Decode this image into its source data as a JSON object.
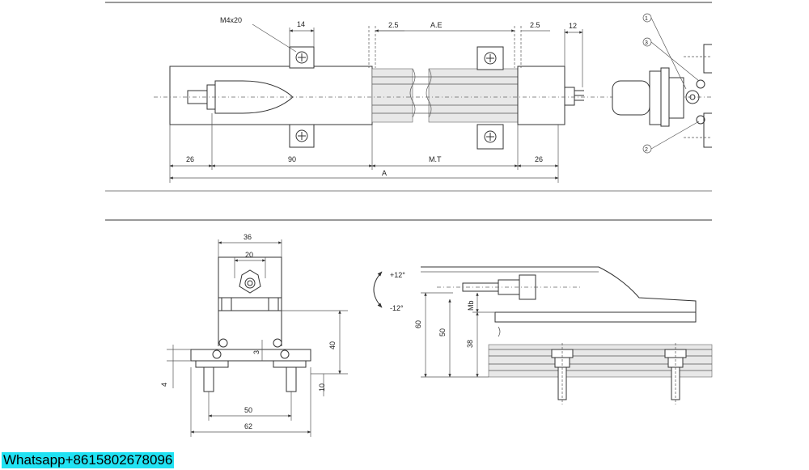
{
  "top_view": {
    "screw_label": "M4x20",
    "dim_14": "14",
    "dim_2_5_left": "2.5",
    "ae_label": "A.E",
    "dim_2_5_right": "2.5",
    "dim_12": "12",
    "dim_26_left": "26",
    "dim_90": "90",
    "mt_label": "M.T",
    "dim_26_right": "26",
    "a_label": "A",
    "callouts": [
      "1",
      "3",
      "2"
    ]
  },
  "end_view": {
    "dim_36": "36",
    "dim_20": "20",
    "dim_40": "40",
    "dim_3": "3",
    "dim_4": "4",
    "dim_10": "10",
    "dim_50": "50",
    "dim_62": "62"
  },
  "side_view": {
    "angle_plus": "+12°",
    "angle_minus": "-12°",
    "dim_60": "60",
    "dim_50": "50",
    "mb_label": "Mb",
    "dim_38": "38"
  },
  "watermark": "Whatsapp+8615802678096"
}
